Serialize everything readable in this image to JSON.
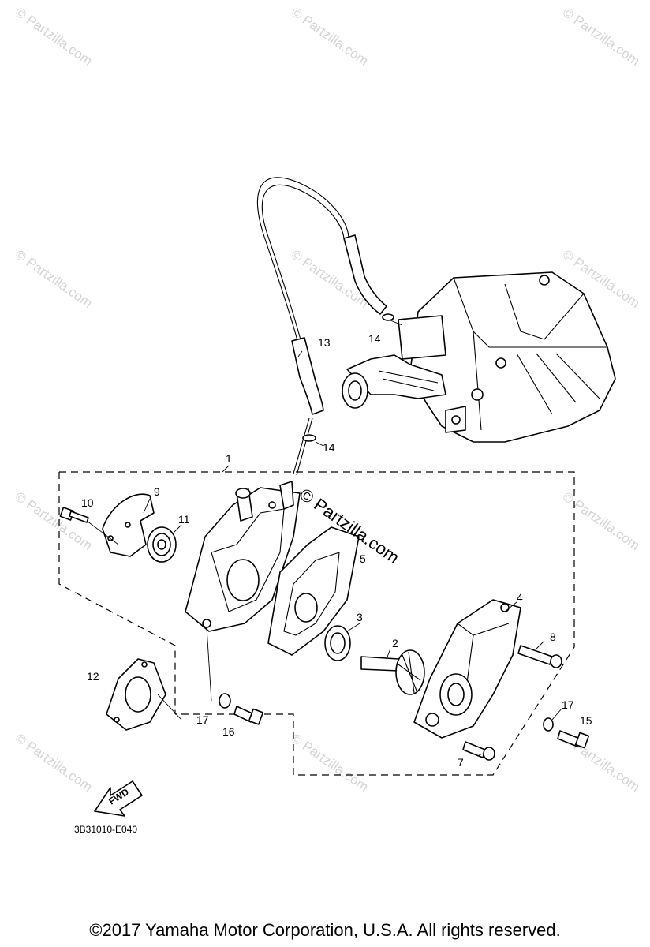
{
  "watermark": {
    "text": "© Partzilla.com",
    "center_text": "© Partzilla.com"
  },
  "callouts": {
    "p1": "1",
    "p2": "2",
    "p3": "3",
    "p4": "4",
    "p5": "5",
    "p7a": "7",
    "p8": "8",
    "p9": "9",
    "p10": "10",
    "p11": "11",
    "p12": "12",
    "p13": "13",
    "p14a": "14",
    "p14b": "14",
    "p15": "15",
    "p16": "16",
    "p17a": "17",
    "p17b": "17"
  },
  "fwd_label": "FWD",
  "diagram_code": "3B31010-E040",
  "copyright": "©2017  Yamaha Motor Corporation, U.S.A. All rights reserved."
}
